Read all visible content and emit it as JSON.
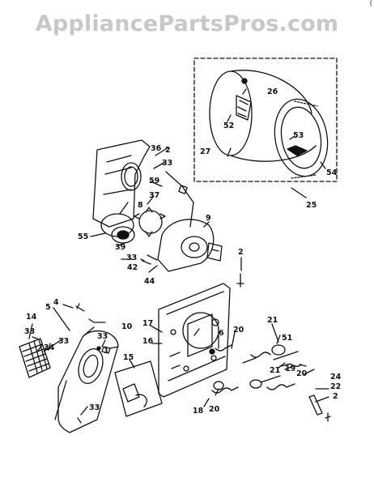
{
  "watermark": "AppliancePartsPros.com",
  "corner_text": "(",
  "part_labels": [
    "2",
    "4",
    "5",
    "6",
    "8",
    "9",
    "10",
    "14",
    "15",
    "16",
    "17",
    "18",
    "19",
    "20",
    "21",
    "22",
    "24",
    "25",
    "26",
    "27",
    "33",
    "34",
    "36",
    "37",
    "39",
    "42",
    "44",
    "51",
    "52",
    "53",
    "54",
    "55",
    "59"
  ],
  "colors": {
    "line": "#111111",
    "watermark": "#c8c8c8",
    "background": "#ffffff"
  }
}
